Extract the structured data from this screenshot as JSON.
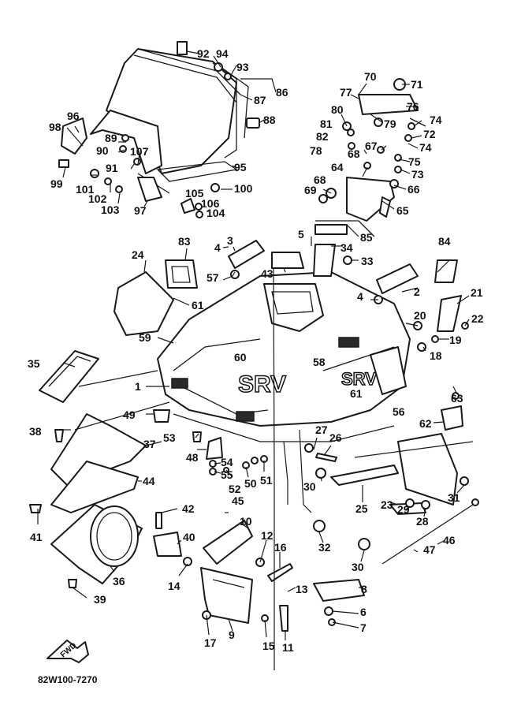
{
  "diagram": {
    "drawing_number": "82W100-7270",
    "brand_label": "SRV",
    "direction_label": "FWD",
    "callouts": [
      "1",
      "2",
      "3",
      "4",
      "4",
      "5",
      "6",
      "7",
      "8",
      "9",
      "10",
      "11",
      "12",
      "13",
      "14",
      "15",
      "16",
      "17",
      "18",
      "19",
      "20",
      "21",
      "22",
      "23",
      "24",
      "25",
      "26",
      "27",
      "28",
      "29",
      "30",
      "30",
      "31",
      "32",
      "33",
      "34",
      "35",
      "36",
      "37",
      "38",
      "39",
      "40",
      "41",
      "42",
      "43",
      "44",
      "45",
      "46",
      "47",
      "48",
      "49",
      "50",
      "51",
      "52",
      "53",
      "54",
      "55",
      "56",
      "57",
      "58",
      "59",
      "60",
      "61",
      "61",
      "62",
      "63",
      "64",
      "65",
      "66",
      "67",
      "68",
      "68",
      "69",
      "70",
      "71",
      "72",
      "73",
      "74",
      "74",
      "75",
      "76",
      "77",
      "78",
      "79",
      "80",
      "81",
      "82",
      "85",
      "84",
      "83",
      "86",
      "87",
      "88",
      "89",
      "90",
      "91",
      "92",
      "93",
      "94",
      "95",
      "96",
      "97",
      "98",
      "99",
      "100",
      "101",
      "102",
      "103",
      "104",
      "105",
      "106",
      "107"
    ]
  }
}
